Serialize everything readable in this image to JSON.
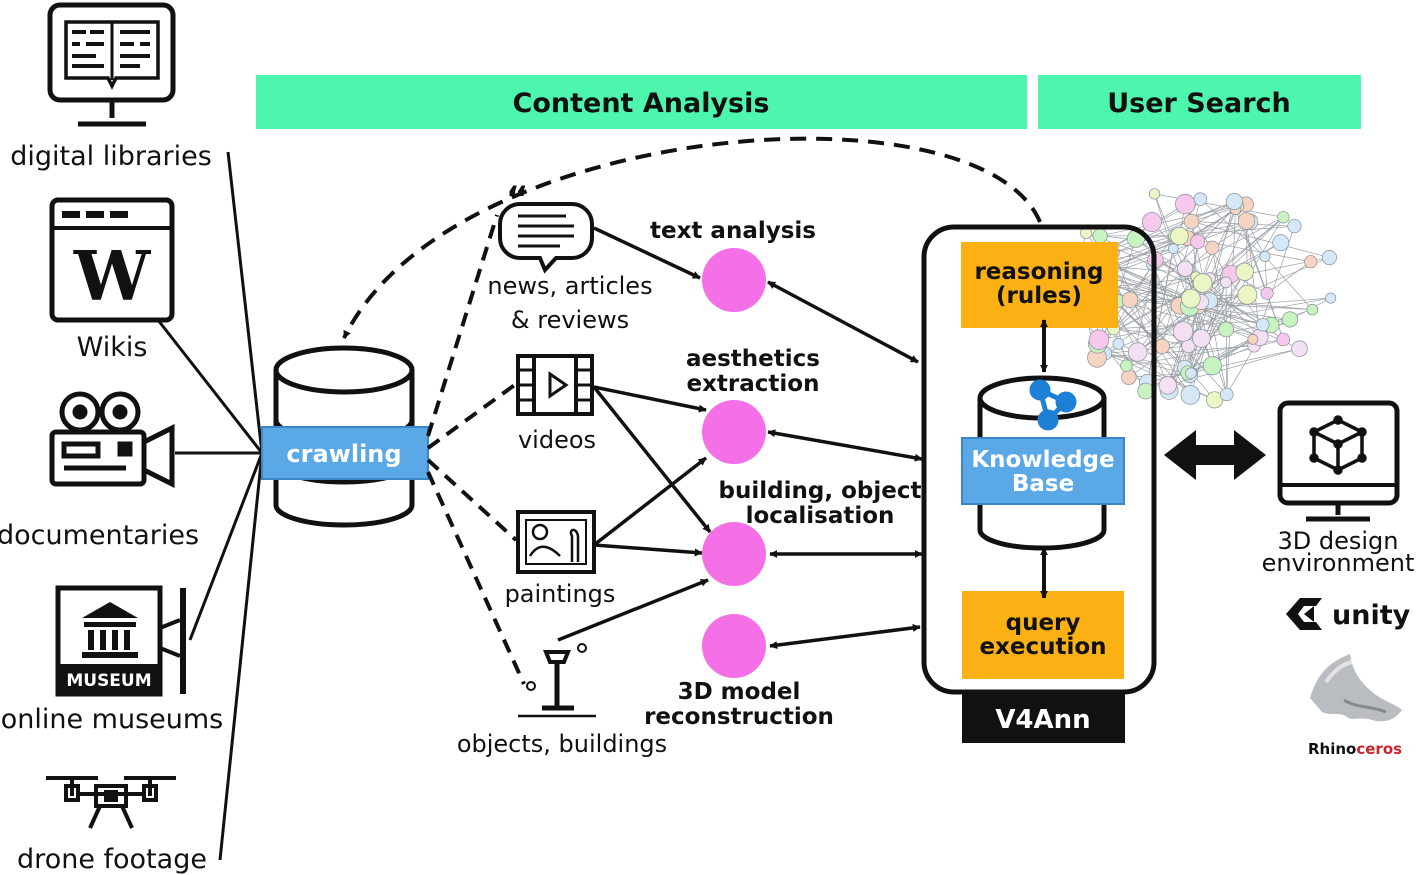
{
  "banners": {
    "content_analysis": "Content Analysis",
    "user_search": "User Search"
  },
  "sources": [
    {
      "label": "digital libraries",
      "icon": "digital-library-icon"
    },
    {
      "label": "Wikis",
      "icon": "wiki-browser-icon",
      "glyph": "W"
    },
    {
      "label": "documentaries",
      "icon": "film-camera-icon"
    },
    {
      "label": "online museums",
      "icon": "museum-icon",
      "badge": "MUSEUM"
    },
    {
      "label": "drone footage",
      "icon": "drone-icon"
    }
  ],
  "crawling": {
    "label": "crawling"
  },
  "media": [
    {
      "label_lines": [
        "news, articles",
        "& reviews"
      ],
      "icon": "news-quote-icon"
    },
    {
      "label_lines": [
        "videos"
      ],
      "icon": "video-icon"
    },
    {
      "label_lines": [
        "paintings"
      ],
      "icon": "painting-icon"
    },
    {
      "label_lines": [
        "objects, buildings"
      ],
      "icon": "object-tower-icon"
    }
  ],
  "analyses": [
    {
      "label_lines": [
        "text analysis"
      ]
    },
    {
      "label_lines": [
        "aesthetics",
        "extraction"
      ]
    },
    {
      "label_lines": [
        "building, object",
        "localisation"
      ]
    },
    {
      "label_lines": [
        "3D model",
        "reconstruction"
      ]
    }
  ],
  "v4ann": {
    "title": "V4Ann",
    "reasoning_lines": [
      "reasoning",
      "(rules)"
    ],
    "knowledge_base_lines": [
      "Knowledge",
      "Base"
    ],
    "query_lines": [
      "query",
      "execution"
    ]
  },
  "user_side": {
    "env_lines": [
      "3D design",
      "environment"
    ],
    "unity": "unity",
    "rhino_a": "Rhino",
    "rhino_b": "ceros"
  },
  "colors": {
    "banner": "#4df5ae",
    "crawling": "#5aa9e6",
    "analysis_node": "#f56fe6",
    "module": "#fbb013",
    "v4ann_bar": "#111111",
    "rhino_red": "#c9252c"
  }
}
